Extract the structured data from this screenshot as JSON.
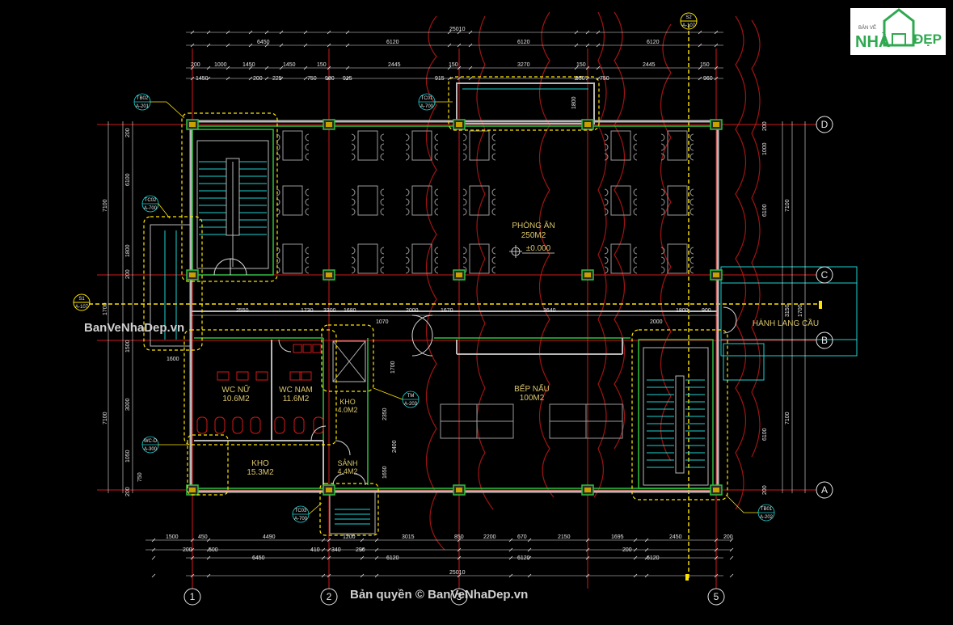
{
  "rooms": {
    "dining": {
      "name": "PHÒNG ĂN",
      "area": "250M2",
      "level": "±0.000"
    },
    "kitchen": {
      "name": "BẾP NẤU",
      "area": "100M2"
    },
    "wc_female": {
      "name": "WC NỮ",
      "area": "10.6M2"
    },
    "wc_male": {
      "name": "WC NAM",
      "area": "11.6M2"
    },
    "store_small": {
      "name": "KHO",
      "area": "4.0M2"
    },
    "store": {
      "name": "KHO",
      "area": "15.3M2"
    },
    "lobby": {
      "name": "SẢNH",
      "area": "4.4M2"
    },
    "corridor": {
      "name": "HÀNH LANG CẦU"
    }
  },
  "grid_axes": {
    "columns": [
      "1",
      "2",
      "3",
      "5"
    ],
    "rows": [
      "D",
      "C",
      "B",
      "A"
    ]
  },
  "dimensions": {
    "top_total": "25010",
    "top_bays": [
      "6450",
      "6120",
      "6120",
      "6120"
    ],
    "top_detail_1": [
      "200",
      "1000",
      "1450",
      "1450",
      "150",
      "2445",
      "150",
      "3270",
      "150",
      "2445",
      "150"
    ],
    "top_detail_2": [
      "1450",
      "200",
      "225",
      "750",
      "900",
      "915",
      "915",
      "950",
      "750",
      "960"
    ],
    "mid_row": [
      "2550",
      "1730",
      "3300",
      "1680",
      "2000",
      "1670",
      "3640",
      "1800",
      "900"
    ],
    "bottom_detail_1": [
      "1500",
      "450",
      "4490",
      "1200",
      "3015",
      "850",
      "2200",
      "670",
      "2150",
      "1695",
      "2450",
      "200"
    ],
    "bottom_detail_2": [
      "200",
      "500",
      "410",
      "340",
      "290",
      "200"
    ],
    "bottom_bays": [
      "6450",
      "6120",
      "6120",
      "6120"
    ],
    "bottom_total": "25010",
    "left_upper": [
      "200",
      "6100",
      "1800",
      "200",
      "1700"
    ],
    "left_upper_total": "7100",
    "left_lower": [
      "1500",
      "3000",
      "1050",
      "750",
      "200"
    ],
    "left_lower_total": "7100",
    "right_upper": [
      "1000",
      "6100",
      "200"
    ],
    "right_upper_total": "7100",
    "right_lower": [
      "6100",
      "200"
    ],
    "right_lower_total": "7100",
    "right_mid": [
      "3150",
      "1700"
    ],
    "misc": [
      "1070",
      "1700",
      "2350",
      "2400",
      "1650",
      "1600",
      "1800",
      "2000"
    ]
  },
  "callouts": {
    "S1": {
      "id": "S1",
      "ref": "A-107"
    },
    "S2": {
      "id": "S2",
      "ref": "A-107"
    },
    "TB02": {
      "id": "TB02",
      "ref": "A-201"
    },
    "TC01": {
      "id": "TC01",
      "ref": "A-700"
    },
    "TC02": {
      "id": "TC02",
      "ref": "A-700"
    },
    "TC03": {
      "id": "TC03",
      "ref": "A-700"
    },
    "TM": {
      "id": "TM",
      "ref": "A-203"
    },
    "WCD": {
      "id": "WC-D",
      "ref": "A-300"
    },
    "TB01": {
      "id": "TB01",
      "ref": "A-202"
    }
  },
  "watermarks": {
    "side": "BanVeNhaDep.vn",
    "bottom": "Bản quyền © BanVeNhaDep.vn"
  },
  "logo": {
    "top": "BẢN VẼ",
    "main": "NHÀ",
    "dep": "ĐẸP"
  },
  "colors": {
    "background": "#000000",
    "gridline": "#d11a1a",
    "wall": "#b8b8b8",
    "wall_green": "#2fbf3f",
    "dimension": "#e6e6e6",
    "callout_dash": "#ffe600",
    "cyan": "#1fd2d2",
    "room_text": "#d8c46a",
    "door": "#d8d8d8",
    "tree_outline": "#a01414",
    "logo": "#2fa84f"
  }
}
